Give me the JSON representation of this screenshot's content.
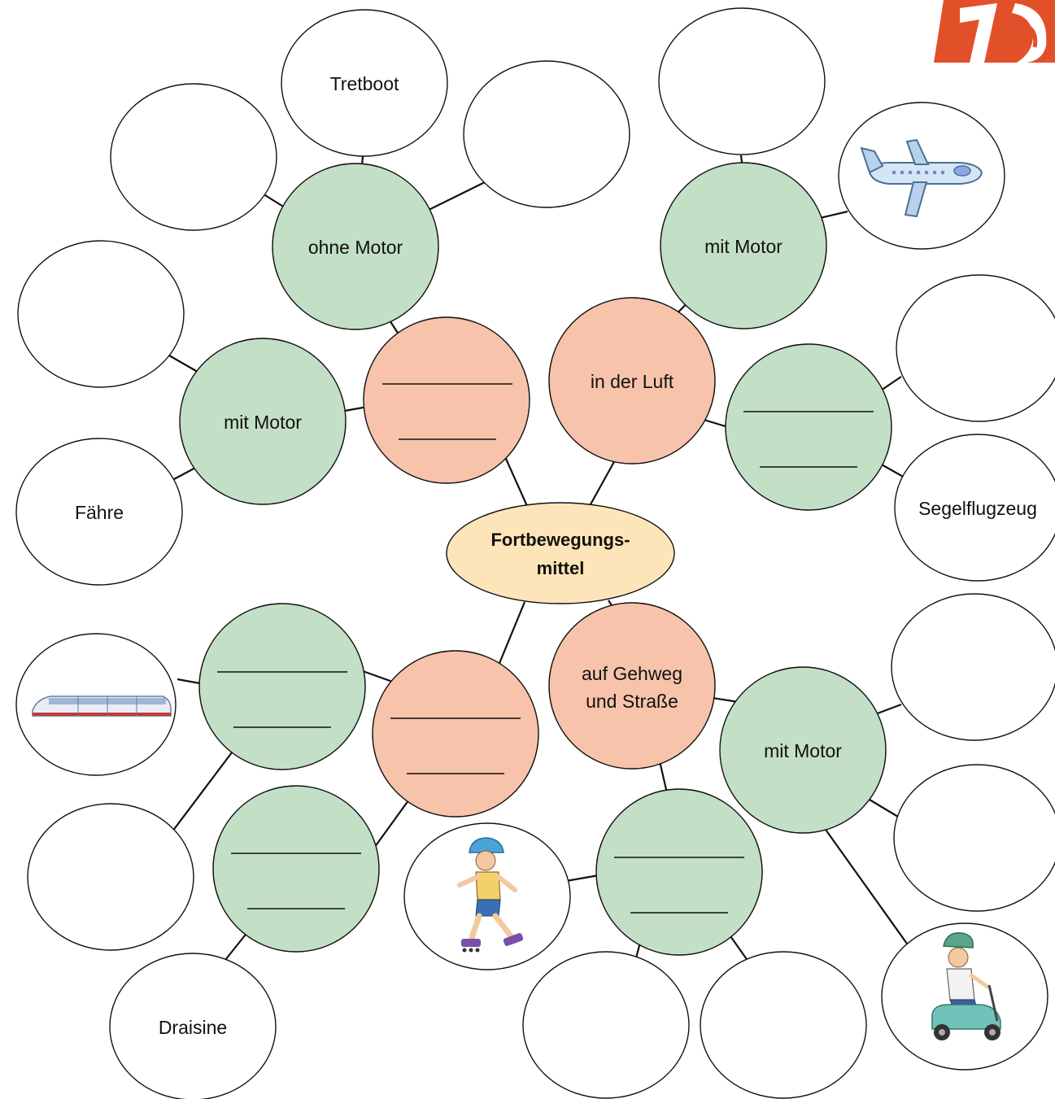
{
  "center": {
    "line1": "Fortbewegungs-",
    "line2": "mittel"
  },
  "categories": {
    "air": "in der Luft",
    "road": {
      "line1": "auf Gehweg",
      "line2": "und Straße"
    }
  },
  "subcategories": {
    "water_without_motor": "ohne Motor",
    "water_with_motor": "mit Motor",
    "air_with_motor": "mit Motor",
    "road_with_motor": "mit Motor"
  },
  "examples": {
    "tretboot": "Tretboot",
    "faehre": "Fähre",
    "segelflugzeug": "Segelflugzeug",
    "draisine": "Draisine"
  },
  "pictures": [
    "airplane-icon",
    "train-icon",
    "inline-skater-icon",
    "scooter-rider-icon",
    "logo-icon"
  ],
  "colors": {
    "center": "#fde5b9",
    "category": "#f8c3ab",
    "subcategory": "#c3dfc5",
    "example": "#ffffff",
    "logo": "#e2502a"
  }
}
